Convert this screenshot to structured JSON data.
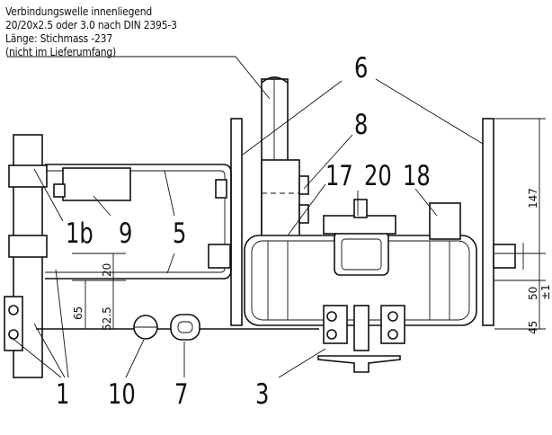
{
  "note_lines": [
    "Verbindungswelle innenliegend",
    "20/20x2.5 oder 3.0 nach DIN 2395-3",
    "Länge: Stichmass -237",
    "(nicht im Lieferumfang)"
  ],
  "callouts": {
    "c6": "6",
    "c8": "8",
    "c17": "17",
    "c20": "20",
    "c18": "18",
    "c1b": "1b",
    "c9": "9",
    "c5": "5",
    "c1": "1",
    "c10": "10",
    "c7": "7",
    "c3": "3"
  },
  "dimensions": {
    "d147": "147",
    "d50": "50 ±1",
    "d45": "45",
    "d20": "20",
    "d65": "65",
    "d525": "52.5"
  }
}
